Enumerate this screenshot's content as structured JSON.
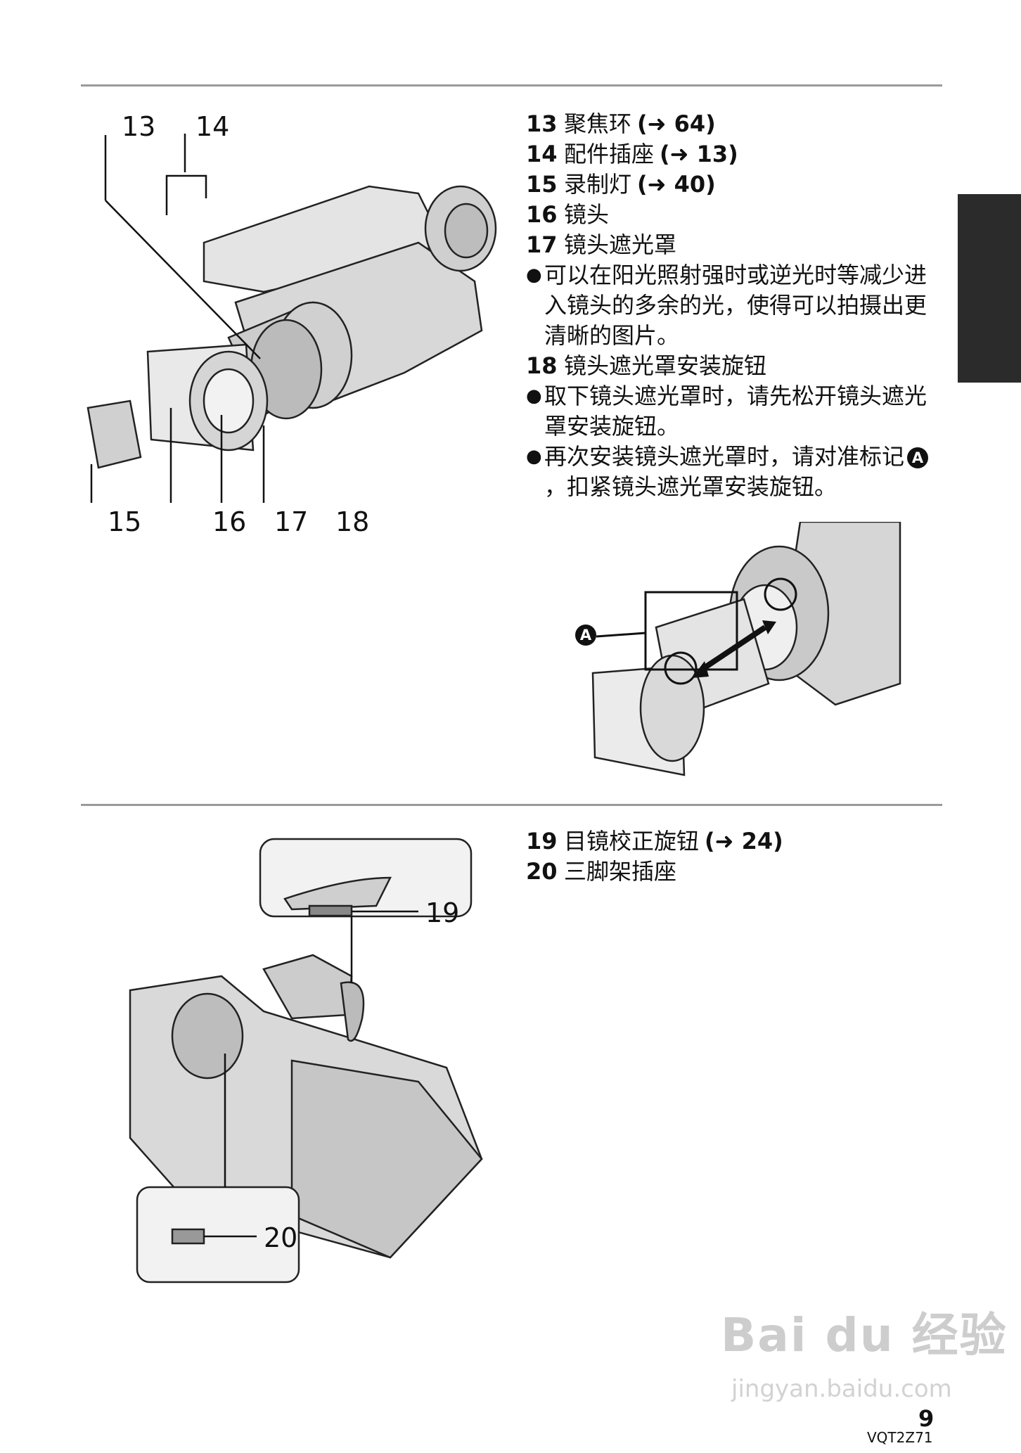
{
  "section1": {
    "items": [
      {
        "num": "13",
        "label": "聚焦环",
        "ref": "(➜ 64)"
      },
      {
        "num": "14",
        "label": "配件插座",
        "ref": "(➜ 13)"
      },
      {
        "num": "15",
        "label": "录制灯",
        "ref": "(➜ 40)"
      },
      {
        "num": "16",
        "label": "镜头",
        "ref": ""
      },
      {
        "num": "17",
        "label": "镜头遮光罩",
        "ref": ""
      }
    ],
    "bullet1": "可以在阳光照射强时或逆光时等减少进入镜头的多余的光，使得可以拍摄出更清晰的图片。",
    "item18": {
      "num": "18",
      "label": "镜头遮光罩安装旋钮"
    },
    "bullet2": "取下镜头遮光罩时，请先松开镜头遮光罩安装旋钮。",
    "bullet3_a": "再次安装镜头遮光罩时，请对准标记",
    "bullet3_badge": "A",
    "bullet3_b": "，扣紧镜头遮光罩安装旋钮。",
    "callouts": [
      "13",
      "14",
      "15",
      "16",
      "17",
      "18"
    ],
    "inset_marker": "A"
  },
  "section2": {
    "items": [
      {
        "num": "19",
        "label": "目镜校正旋钮",
        "ref": "(➜ 24)"
      },
      {
        "num": "20",
        "label": "三脚架插座",
        "ref": ""
      }
    ],
    "callouts": [
      "19",
      "20"
    ]
  },
  "footer": {
    "page_number": "9",
    "code": "VQT2Z71",
    "watermark": "Bai du 经验",
    "watermark_url": "jingyan.baidu.com"
  }
}
